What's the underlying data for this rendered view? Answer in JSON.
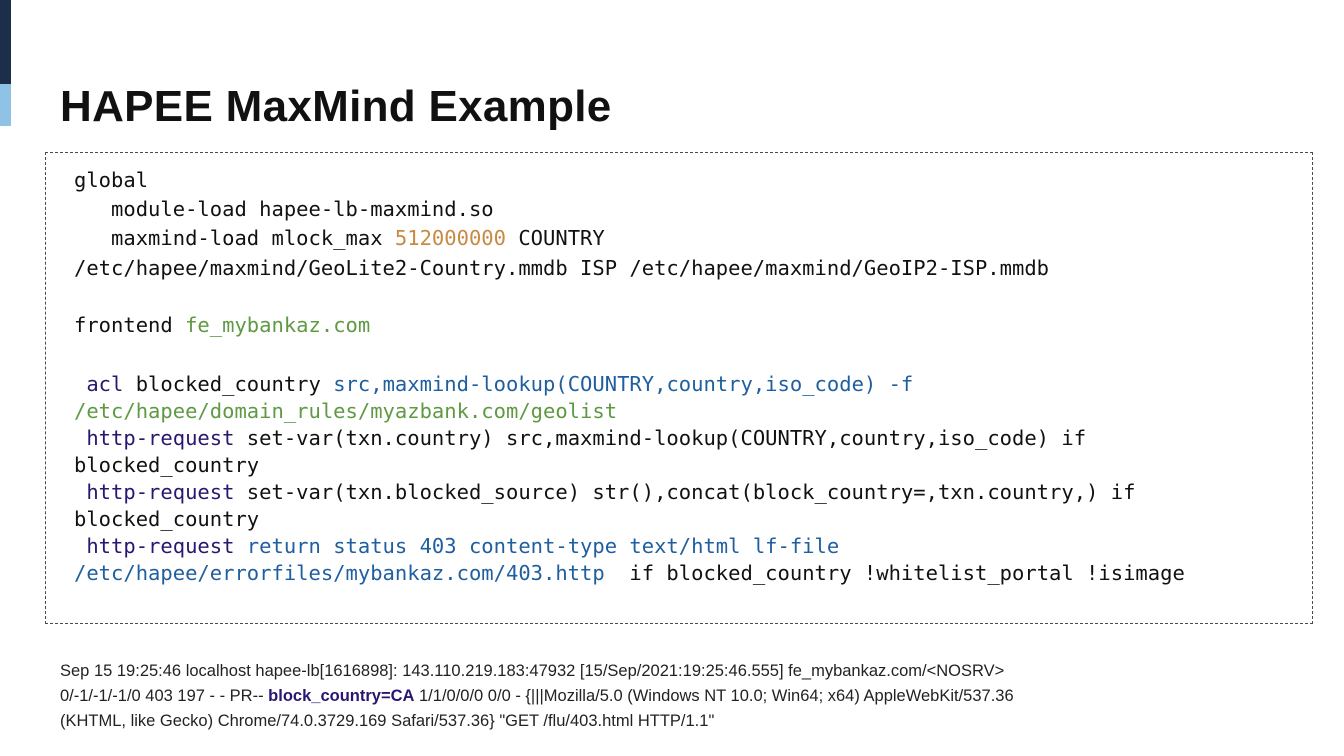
{
  "slide": {
    "title": "HAPEE MaxMind Example"
  },
  "code": {
    "l1": "global",
    "l2": "   module-load hapee-lb-maxmind.so",
    "l3a": "   maxmind-load mlock_max ",
    "l3b": "512000000",
    "l3c": " COUNTRY",
    "l4": "/etc/hapee/maxmind/GeoLite2-Country.mmdb ISP /etc/hapee/maxmind/GeoIP2-ISP.mmdb",
    "l5a": "frontend ",
    "l5b": "fe_mybankaz.com",
    "l6a": " acl",
    "l6b": " blocked_country ",
    "l6c": "src,maxmind-lookup(COUNTRY,country,iso_code) -f",
    "l7": "/etc/hapee/domain_rules/myazbank.com/geolist",
    "l8a": " http-request",
    "l8b": " set-var(txn.country) src,maxmind-lookup(COUNTRY,country,iso_code) if",
    "l9": "blocked_country",
    "l10a": " http-request",
    "l10b": " set-var(txn.blocked_source) str(),concat(block_country=,txn.country,) if",
    "l11": "blocked_country",
    "l12a": " http-request",
    "l12b": " return status 403 content-type text/html lf-file",
    "l13a": "/etc/hapee/errorfiles/mybankaz.com/403.http",
    "l13b": "  if blocked_country !whitelist_portal !isimage"
  },
  "log": {
    "line1": "Sep 15 19:25:46 localhost hapee-lb[1616898]: 143.110.219.183:47932 [15/Sep/2021:19:25:46.555] fe_mybankaz.com/<NOSRV>",
    "line2a": "0/-1/-1/-1/0 403 197 - - PR-- ",
    "line2b": "block_country=CA",
    "line2c": " 1/1/0/0/0 0/0 - {|||Mozilla/5.0 (Windows NT 10.0; Win64; x64) AppleWebKit/537.36",
    "line3": "(KHTML, like Gecko) Chrome/74.0.3729.169 Safari/537.36} \"GET /flu/403.html HTTP/1.1\""
  },
  "colors": {
    "keyword": "#2a1670",
    "function": "#1f5fa0",
    "number": "#c88a43",
    "string_green": "#5f9a43",
    "accent_dark": "#1c2e4a",
    "accent_light": "#8fc3e6"
  }
}
